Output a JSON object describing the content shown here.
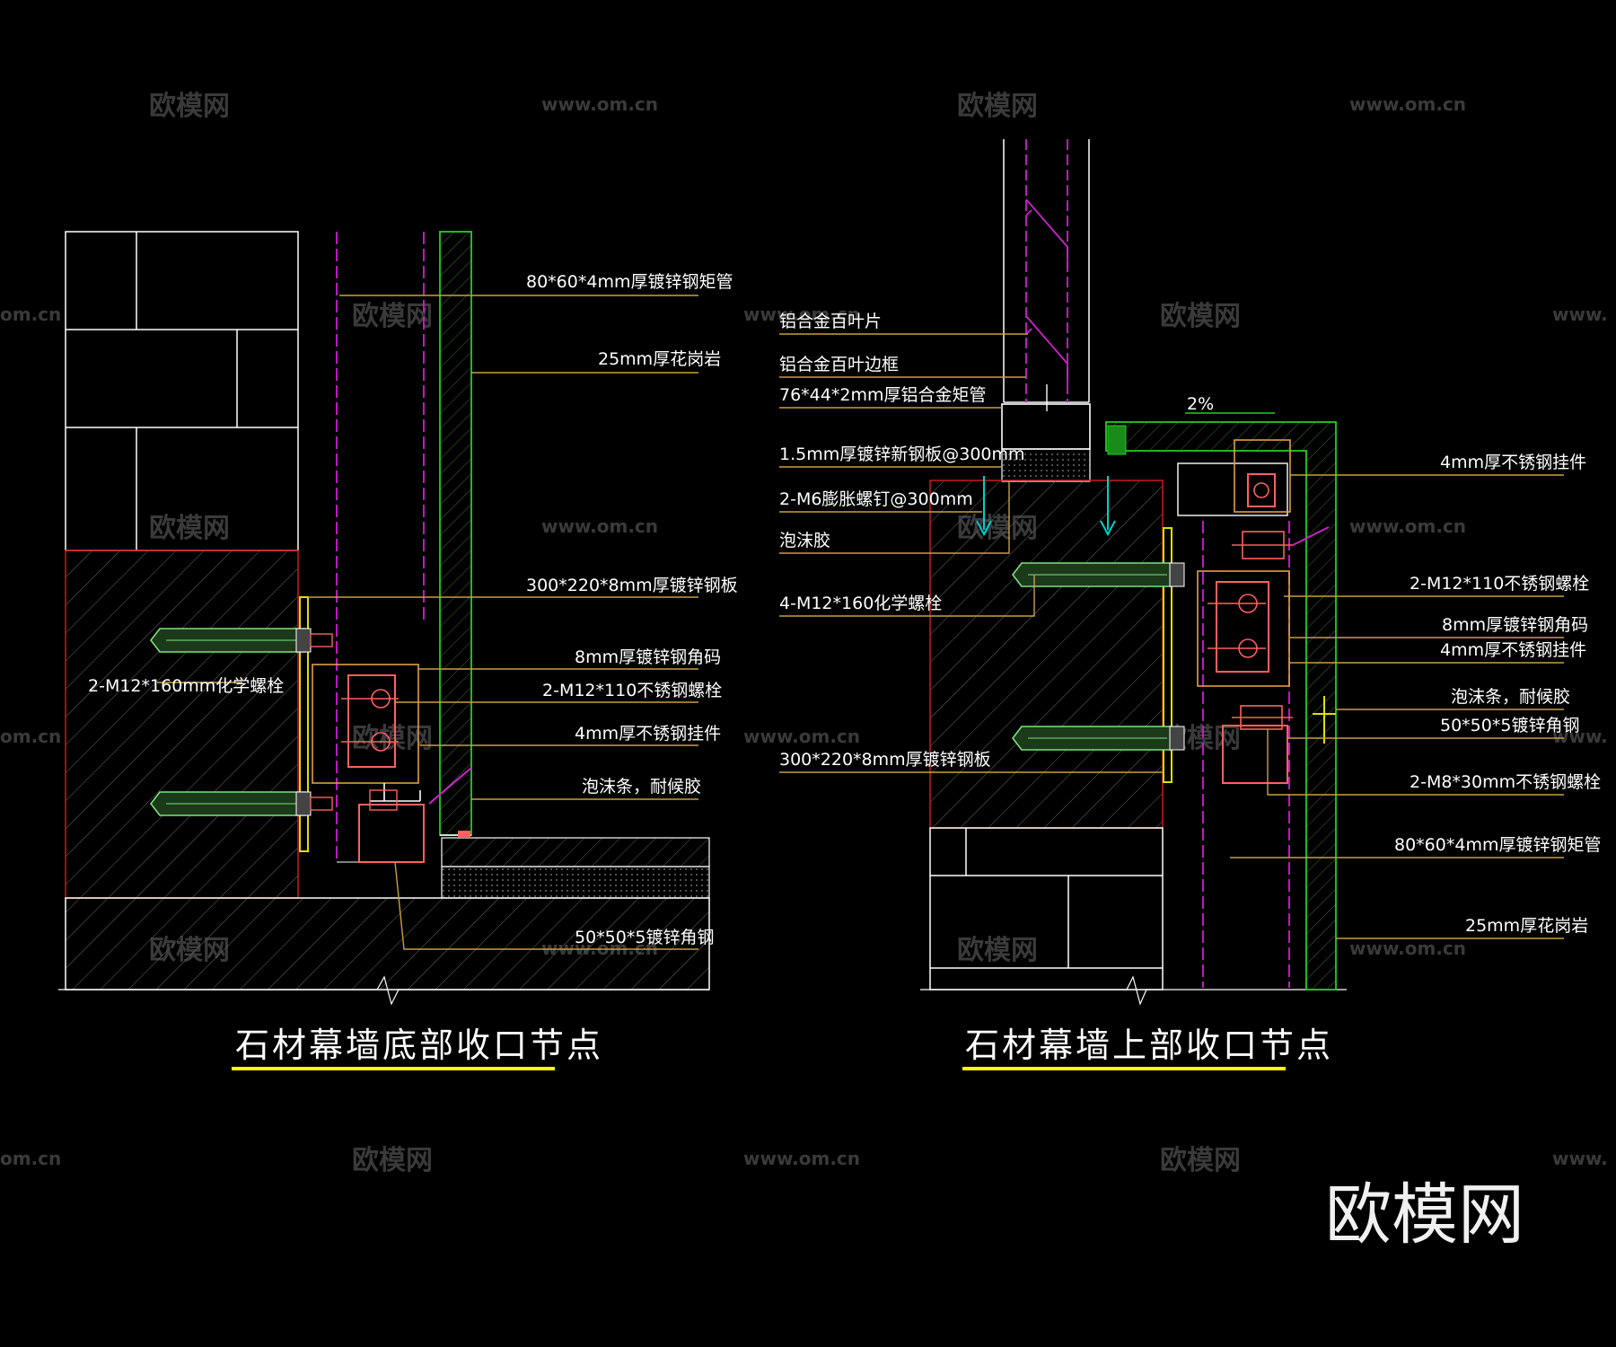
{
  "watermark": {
    "brand_cn": "欧模网",
    "site": "www.om.cn",
    "site_cut": "om.cn",
    "site_cut_right": "www."
  },
  "brand_logo": "欧模网",
  "left_detail": {
    "title": "石材幕墙底部收口节点",
    "labels": [
      "80*60*4mm厚镀锌钢矩管",
      "25mm厚花岗岩",
      "300*220*8mm厚镀锌钢板",
      "8mm厚镀锌钢角码",
      "2-M12*110不锈钢螺栓",
      "4mm厚不锈钢挂件",
      "泡沫条，耐候胶",
      "50*50*5镀锌角钢",
      "2-M12*160mm化学螺栓"
    ]
  },
  "right_detail": {
    "title": "石材幕墙上部收口节点",
    "slope": "2%",
    "labels_left": [
      "铝合金百叶片",
      "铝合金百叶边框",
      "76*44*2mm厚铝合金矩管",
      "1.5mm厚镀锌新钢板@300mm",
      "2-M6膨胀螺钉@300mm",
      "泡沫胶",
      "4-M12*160化学螺栓",
      "300*220*8mm厚镀锌钢板"
    ],
    "labels_right": [
      "4mm厚不锈钢挂件",
      "2-M12*110不锈钢螺栓",
      "8mm厚镀锌钢角码",
      "4mm厚不锈钢挂件",
      "泡沫条，耐候胶",
      "50*50*5镀锌角钢",
      "2-M8*30mm不锈钢螺栓",
      "80*60*4mm厚镀锌钢矩管",
      "25mm厚花岗岩"
    ]
  },
  "colors": {
    "background": "#000000",
    "masonry": "#ffffff",
    "concrete_outline": "#d01818",
    "granite_line": "#20d020",
    "steel_tube": "#d020d0",
    "anchor": "#80e080",
    "bracket": "#e0e000",
    "bolt": "#ff6060",
    "expansion_screw": "#00d0d0",
    "title_underline": "#ffff00",
    "leader": "#c8a040"
  }
}
